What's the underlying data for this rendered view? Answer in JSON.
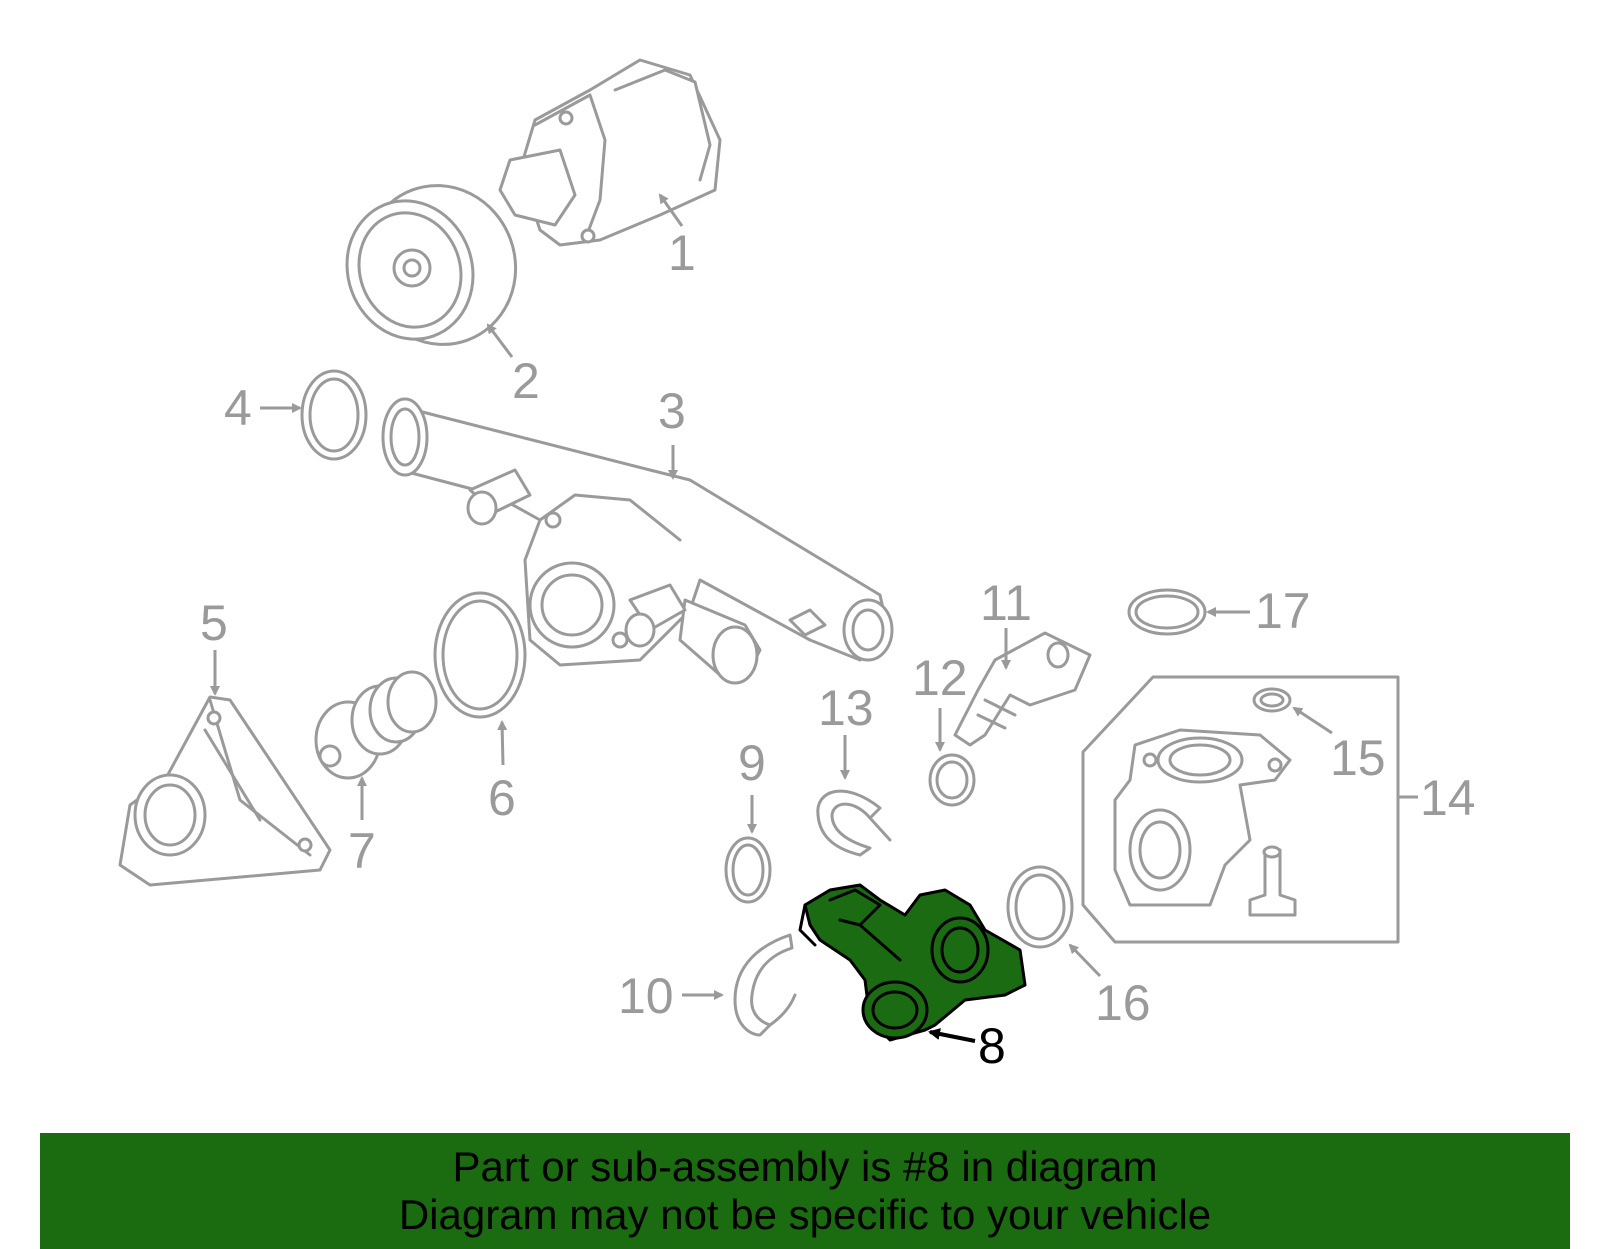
{
  "callouts": [
    "1",
    "2",
    "3",
    "4",
    "5",
    "6",
    "7",
    "8",
    "9",
    "10",
    "11",
    "12",
    "13",
    "14",
    "15",
    "16",
    "17"
  ],
  "highlighted_part": "8",
  "colors": {
    "highlight": "#1b6b11",
    "part_stroke": "#9a9a9a",
    "banner": "#1b6b11"
  },
  "banner": {
    "line1": "Part or sub-assembly is #8 in diagram",
    "line2": "Diagram may not be specific to your vehicle"
  }
}
